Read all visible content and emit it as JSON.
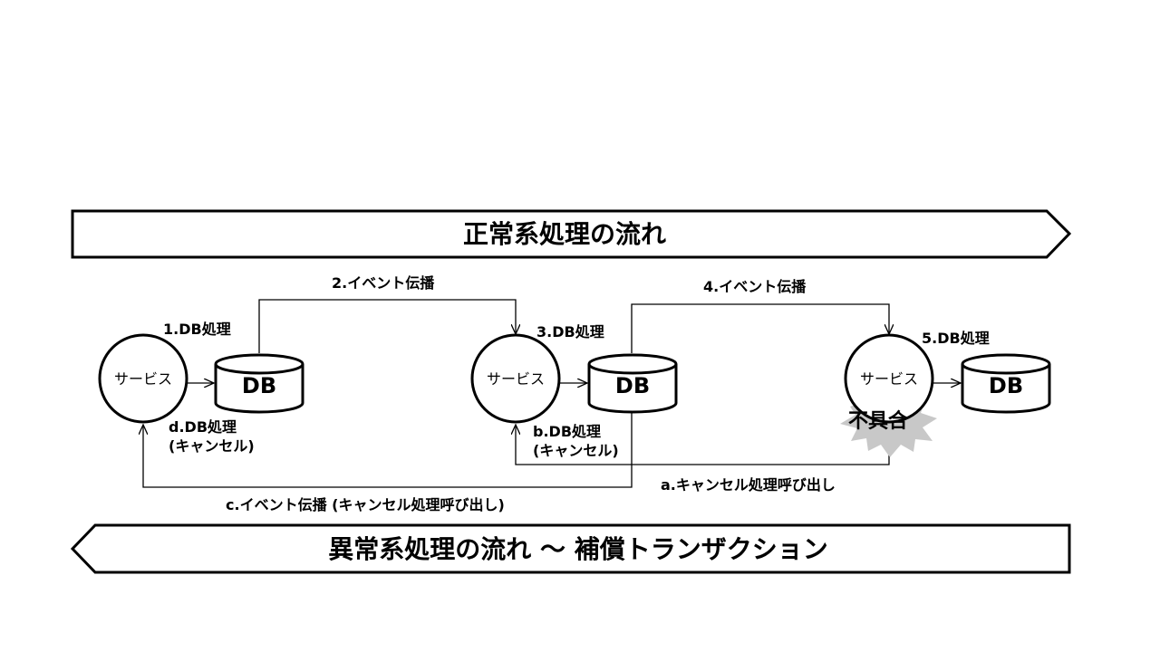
{
  "banners": {
    "normal_flow_title": "正常系処理の流れ",
    "abnormal_flow_title": "異常系処理の流れ ～ 補償トランザクション"
  },
  "services": [
    {
      "label": "サービス"
    },
    {
      "label": "サービス"
    },
    {
      "label": "サービス"
    }
  ],
  "databases": [
    {
      "label": "DB"
    },
    {
      "label": "DB"
    },
    {
      "label": "DB"
    }
  ],
  "normal_steps": {
    "step1": "1.DB処理",
    "step2": "2.イベント伝播",
    "step3": "3.DB処理",
    "step4": "4.イベント伝播",
    "step5": "5.DB処理"
  },
  "compensation_steps": {
    "step_a": "a.キャンセル処理呼び出し",
    "step_b_line1": "b.DB処理",
    "step_b_line2": "(キャンセル)",
    "step_c": "c.イベント伝播 (キャンセル処理呼び出し)",
    "step_d_line1": "d.DB処理",
    "step_d_line2": "(キャンセル)"
  },
  "error": {
    "label": "不具合"
  },
  "colors": {
    "stroke": "#000000",
    "background": "#ffffff",
    "burst_fill": "#c8c8c8"
  }
}
